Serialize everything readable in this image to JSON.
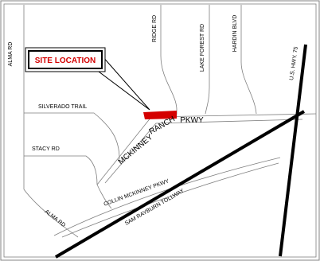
{
  "map": {
    "callout": "SITE LOCATION",
    "roads": {
      "alma_rd_north": "ALMA RD",
      "ridge_rd": "RIDGE RD",
      "lake_forest_rd": "LAKE FOREST RD",
      "hardin_blvd": "HARDIN BLVD",
      "us_hwy_75": "U.S. HWY. 75",
      "silverado_trail": "SILVERADO TRAIL",
      "stacy_rd": "STACY RD",
      "mckinney": "MCKINNEY",
      "ranch": "RANCH",
      "pkwy": "PKWY",
      "collin_mckinney_pkwy": "COLLIN MCKINNEY PKWY",
      "sam_rayburn_tollway": "SAM RAYBURN TOLLWAY",
      "alma_rd_south": "ALMA RD"
    },
    "colors": {
      "site": "#d40000",
      "callout_text": "#d40000",
      "highway": "#000000",
      "road": "#7f7f7f",
      "border": "#7f7f7f"
    }
  }
}
